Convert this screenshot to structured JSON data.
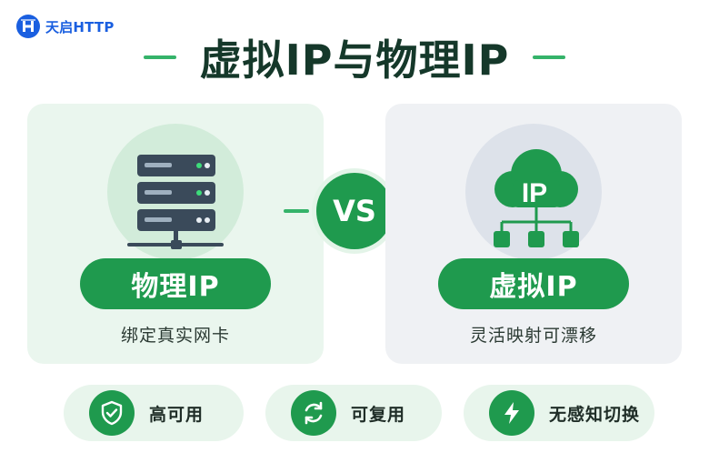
{
  "brand": {
    "name": "天启HTTP",
    "color": "#1a5fe0"
  },
  "title": "虚拟IP与物理IP",
  "left_card": {
    "label": "物理IP",
    "description": "绑定真实网卡",
    "icon": "server-rack-icon"
  },
  "vs": "VS",
  "right_card": {
    "label": "虚拟IP",
    "description": "灵活映射可漂移",
    "icon_text": "IP",
    "icon": "cloud-network-icon"
  },
  "features": [
    {
      "label": "高可用",
      "icon": "shield-check-icon"
    },
    {
      "label": "可复用",
      "icon": "refresh-cycle-icon"
    },
    {
      "label": "无感知切换",
      "icon": "lightning-icon"
    }
  ],
  "colors": {
    "accent": "#1f9a4e",
    "light_green": "#e8f5ec",
    "title": "#15382a"
  }
}
